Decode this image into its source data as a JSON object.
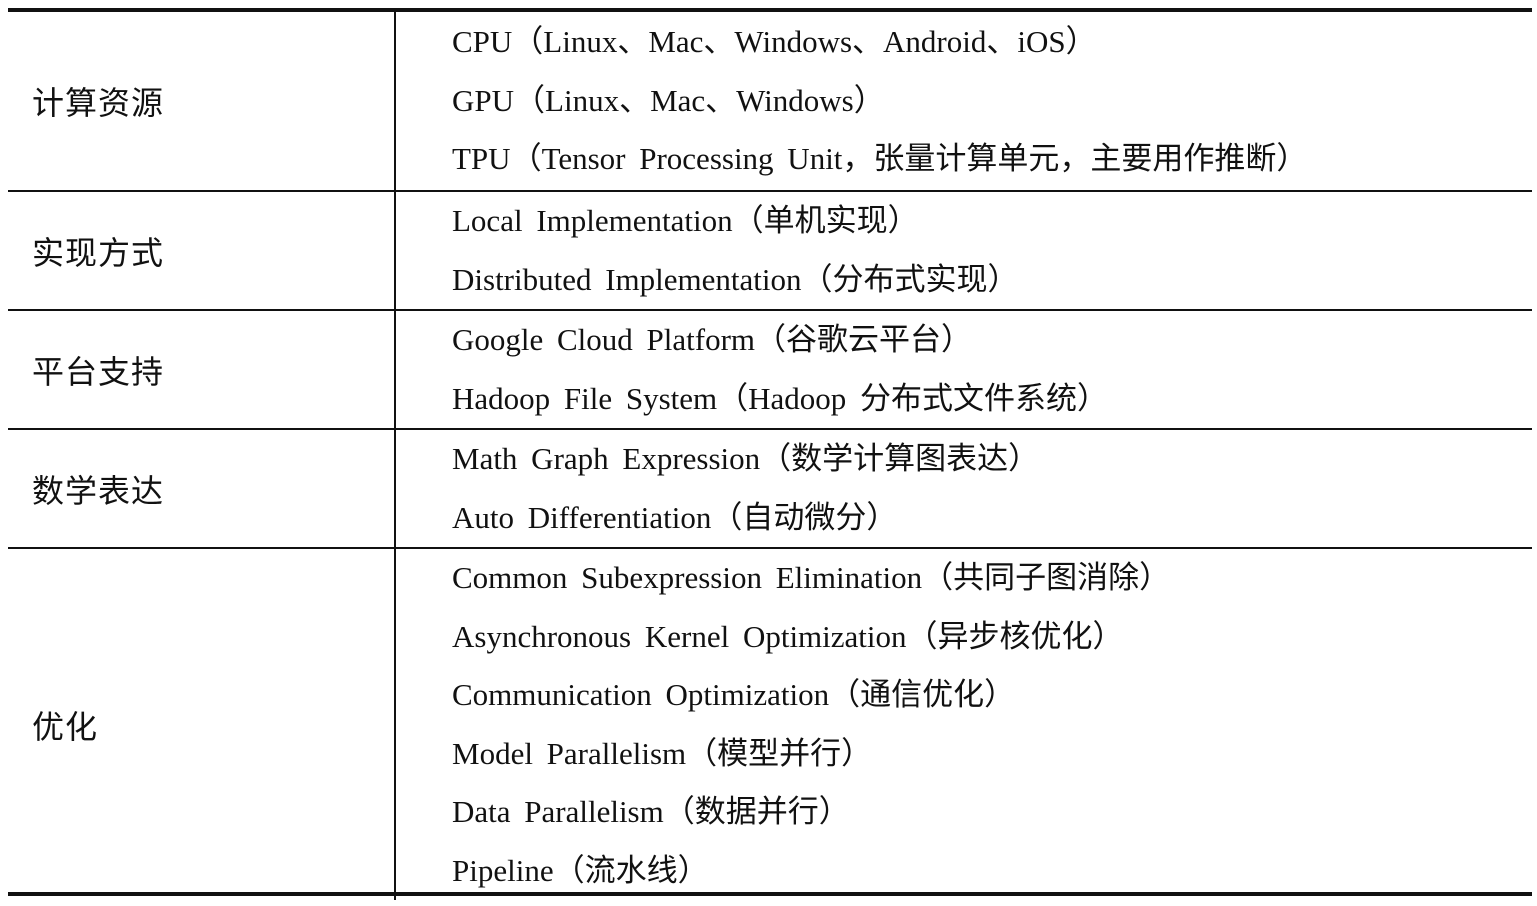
{
  "table": {
    "rows": [
      {
        "category": "计算资源",
        "items": [
          "CPU（Linux、Mac、Windows、Android、iOS）",
          "GPU（Linux、Mac、Windows）",
          "TPU（Tensor Processing Unit，张量计算单元，主要用作推断）"
        ]
      },
      {
        "category": "实现方式",
        "items": [
          "Local Implementation（单机实现）",
          "Distributed Implementation（分布式实现）"
        ]
      },
      {
        "category": "平台支持",
        "items": [
          "Google Cloud Platform（谷歌云平台）",
          "Hadoop File System（Hadoop 分布式文件系统）"
        ]
      },
      {
        "category": "数学表达",
        "items": [
          "Math Graph Expression（数学计算图表达）",
          "Auto Differentiation（自动微分）"
        ]
      },
      {
        "category": "优化",
        "items": [
          "Common Subexpression Elimination（共同子图消除）",
          "Asynchronous Kernel Optimization（异步核优化）",
          "Communication Optimization（通信优化）",
          "Model Parallelism（模型并行）",
          "Data Parallelism（数据并行）",
          "Pipeline（流水线）"
        ]
      }
    ]
  }
}
